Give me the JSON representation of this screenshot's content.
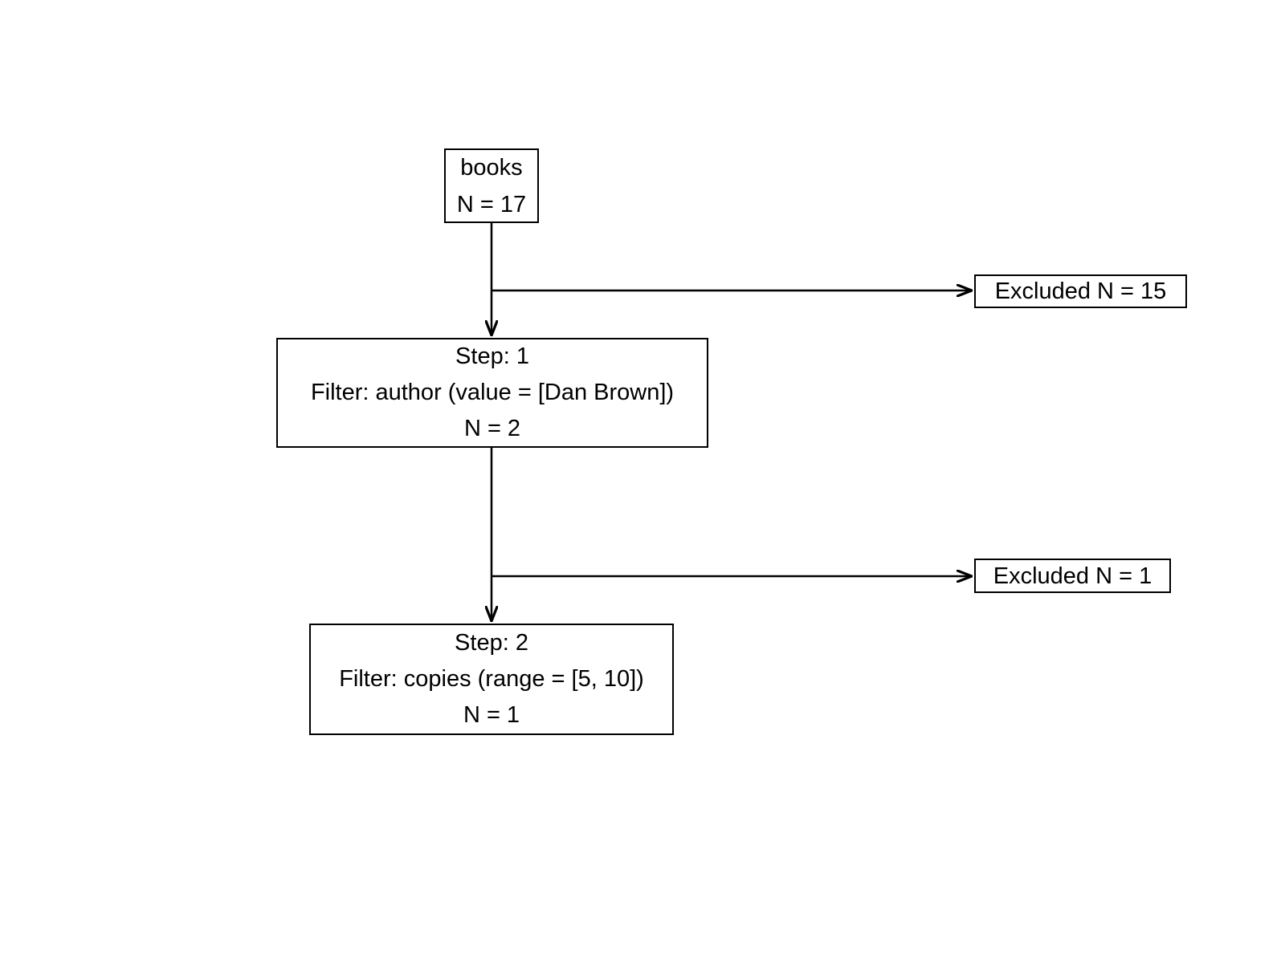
{
  "diagram": {
    "kind": "filter-flowchart",
    "nodes": {
      "source": {
        "name": "books",
        "count": "N = 17"
      },
      "step1": {
        "title": "Step: 1",
        "filter": "Filter: author (value = [Dan Brown])",
        "count": "N = 2"
      },
      "excluded1": {
        "label": "Excluded N = 15"
      },
      "step2": {
        "title": "Step: 2",
        "filter": "Filter: copies (range = [5, 10])",
        "count": "N = 1"
      },
      "excluded2": {
        "label": "Excluded N = 1"
      }
    },
    "edges": [
      {
        "from": "source",
        "to": "step1"
      },
      {
        "from": "source",
        "to": "excluded1"
      },
      {
        "from": "step1",
        "to": "step2"
      },
      {
        "from": "step1",
        "to": "excluded2"
      }
    ],
    "colors": {
      "background": "#ffffff",
      "box_border": "#000000",
      "box_fill": "#ffffff",
      "text": "#000000",
      "line": "#000000"
    }
  }
}
